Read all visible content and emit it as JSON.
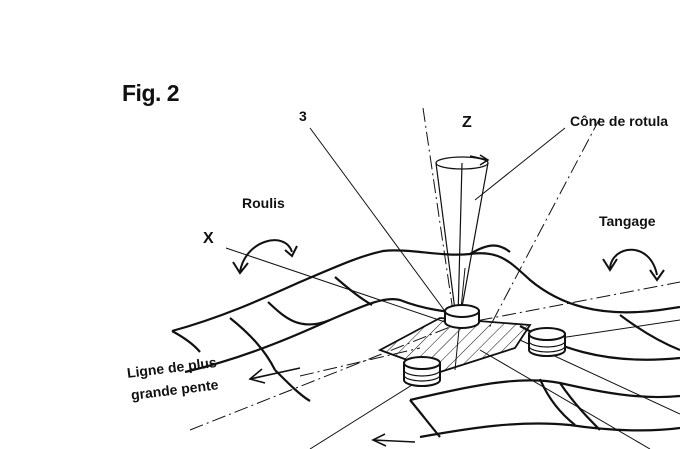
{
  "figure": {
    "title": "Fig. 2",
    "labels": {
      "ref_3": "3",
      "z_axis": "Z",
      "cone": "Cône de rotula",
      "roulis": "Roulis",
      "x_axis": "X",
      "tangage": "Tangage",
      "ligne_line1": "Ligne de plus",
      "ligne_line2": "grande pente"
    },
    "colors": {
      "ink": "#111111",
      "paper": "#ffffff"
    }
  }
}
